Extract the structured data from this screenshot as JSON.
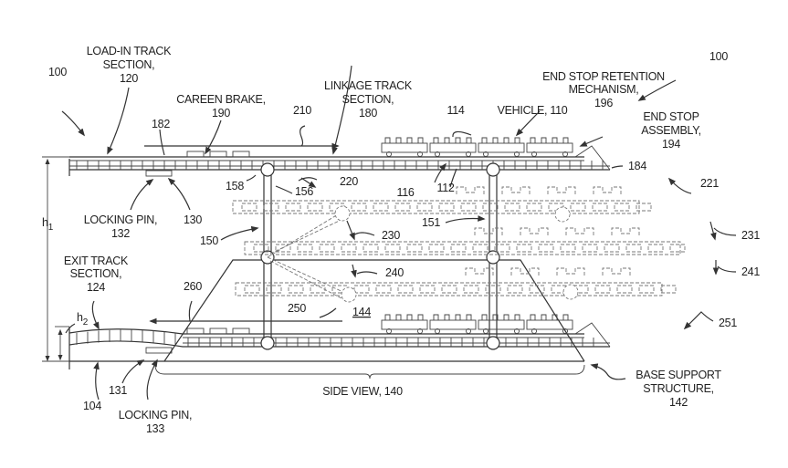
{
  "figure": {
    "reference": "100",
    "view_label": "SIDE VIEW, 140"
  },
  "labels": {
    "ref_100_left": "100",
    "ref_100_right": "100",
    "load_in": [
      "LOAD-IN TRACK",
      "SECTION,",
      "120"
    ],
    "careen_brake": [
      "CAREEN BRAKE,",
      "190"
    ],
    "linkage": [
      "LINKAGE TRACK",
      "SECTION,",
      "180"
    ],
    "ref_210": "210",
    "ref_114": "114",
    "vehicle": "VEHICLE, 110",
    "end_stop_retention": [
      "END STOP RETENTION",
      "MECHANISM,",
      "196"
    ],
    "end_stop_assembly": [
      "END STOP",
      "ASSEMBLY,",
      "194"
    ],
    "ref_182": "182",
    "ref_184": "184",
    "ref_158": "158",
    "ref_156": "156",
    "ref_220": "220",
    "ref_116": "116",
    "ref_112": "112",
    "ref_221": "221",
    "locking_pin_132": [
      "LOCKING PIN,",
      "132"
    ],
    "ref_130": "130",
    "ref_150": "150",
    "ref_151": "151",
    "ref_230": "230",
    "ref_231": "231",
    "ref_240": "240",
    "ref_241": "241",
    "ref_250": "250",
    "ref_251": "251",
    "ref_144": "144",
    "ref_260": "260",
    "h1": "h",
    "h1_sub": "1",
    "h2": "h",
    "h2_sub": "2",
    "exit_track": [
      "EXIT TRACK",
      "SECTION,",
      "124"
    ],
    "ref_104": "104",
    "ref_131": "131",
    "locking_pin_133": [
      "LOCKING PIN,",
      "133"
    ],
    "base_support": [
      "BASE SUPPORT",
      "STRUCTURE,",
      "142"
    ]
  }
}
